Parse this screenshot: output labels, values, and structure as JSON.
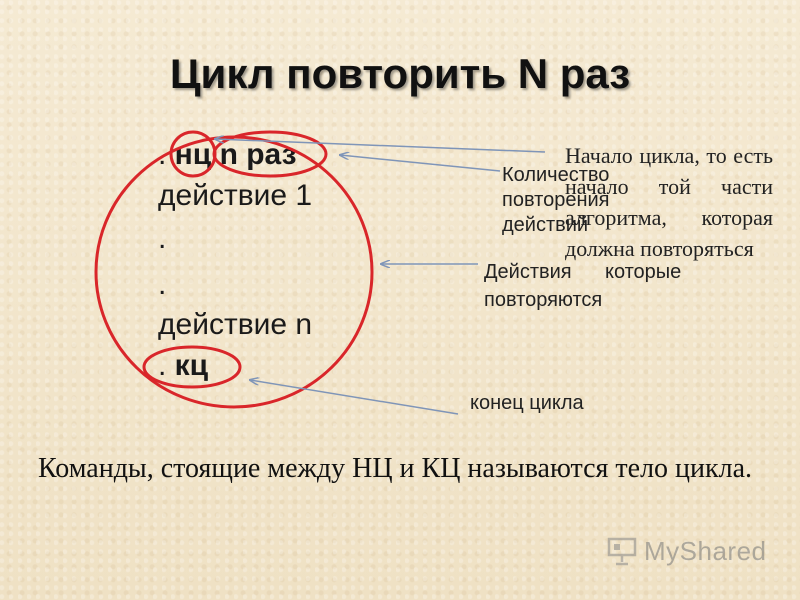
{
  "title": "Цикл повторить N раз",
  "code": {
    "line1_prefix": ". ",
    "line1_bold": "нц n раз",
    "line2": "действие 1",
    "line3": ".",
    "line4": ".",
    "line5": "действие n",
    "line6_prefix": ". ",
    "line6_bold": "кц"
  },
  "annotations": {
    "loop_start": "Начало цикла, то есть начало той части алгоритма, которая должна повторяться",
    "repeat_count": "Количество\nповторения\nдействий",
    "repeated_actions": "Действия      которые\nповторяются",
    "loop_end": "конец цикла"
  },
  "footer": "Команды, стоящие между НЦ и КЦ называются тело цикла.",
  "logo": {
    "text": "MyShared",
    "icon": "projector-screen-icon"
  },
  "colors": {
    "ellipse": "#d9262a",
    "arrow": "#7f95b8",
    "background": "#f3e7cf"
  }
}
